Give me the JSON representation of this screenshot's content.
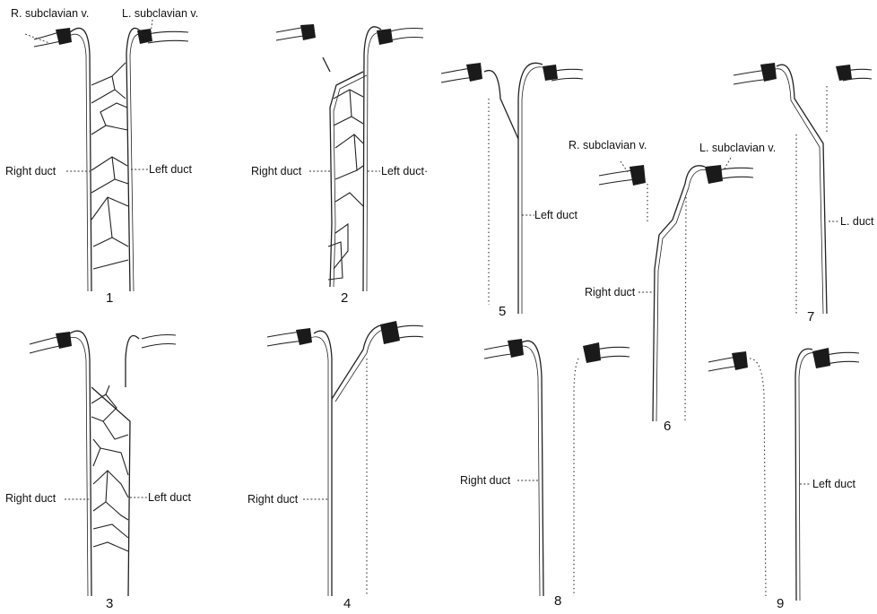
{
  "panels": [
    {
      "number": "1",
      "labels": {
        "r_subclavian": "R. subclavian v.",
        "l_subclavian": "L. subclavian v.",
        "right_duct": "Right duct",
        "left_duct": "Left duct"
      }
    },
    {
      "number": "2",
      "labels": {
        "right_duct": "Right duct",
        "left_duct": "Left duct·"
      }
    },
    {
      "number": "3",
      "labels": {
        "right_duct": "Right duct",
        "left_duct": "Left duct"
      }
    },
    {
      "number": "4",
      "labels": {
        "right_duct": "Right duct"
      }
    },
    {
      "number": "5",
      "labels": {
        "left_duct": "Left duct"
      }
    },
    {
      "number": "6",
      "labels": {
        "r_subclavian": "R. subclavian v.",
        "l_subclavian": "L. subclavian v.",
        "right_duct": "Right duct"
      }
    },
    {
      "number": "7",
      "labels": {
        "left_duct": "L. duct"
      }
    },
    {
      "number": "8",
      "labels": {
        "right_duct": "Right duct"
      }
    },
    {
      "number": "9",
      "labels": {
        "left_duct": "Left duct"
      }
    }
  ]
}
